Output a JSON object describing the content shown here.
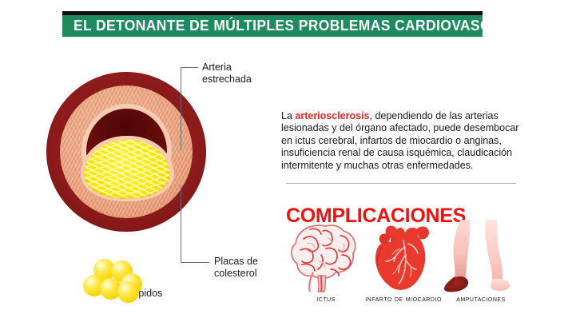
{
  "header": {
    "title": "EL DETONANTE DE MÚLTIPLES PROBLEMAS CARDIOVASCULARES",
    "bar_color": "#1f8a5f",
    "strip_color": "#0d0d0d",
    "text_color": "#ffffff"
  },
  "diagram": {
    "name": "artery-cross-section",
    "labels": {
      "arteria": "Arteria\nestrechada",
      "placas": "Placas de\ncolesterol",
      "lipidos": "Lípidos"
    },
    "colors": {
      "adventitia": "#8e1b1b",
      "media": "#e9a17c",
      "intima": "#f6cbb4",
      "lumen": "#6b0d0d",
      "plaque": "#f8e400",
      "lipid": "#fcd503"
    },
    "lipid_droplet_count": 6
  },
  "intro": {
    "lead": "La ",
    "highlight": "arteriosclerosis",
    "rest": ", dependiendo de las arterias lesionadas y del órgano afectado, puede desembocar en ictus cerebral, infartos de miocardio o anginas, insuficiencia renal de causa isquémica, claudicación intermitente y muchas otras enfermedades.",
    "highlight_color": "#ee2222"
  },
  "complications": {
    "heading": "COMPLICACIONES",
    "heading_color": "#f21111",
    "items": [
      {
        "caption": "Ictus",
        "icon": "brain-icon"
      },
      {
        "caption": "Infarto de miocardio",
        "icon": "heart-icon"
      },
      {
        "caption": "Amputaciones",
        "icon": "legs-icon"
      }
    ]
  }
}
